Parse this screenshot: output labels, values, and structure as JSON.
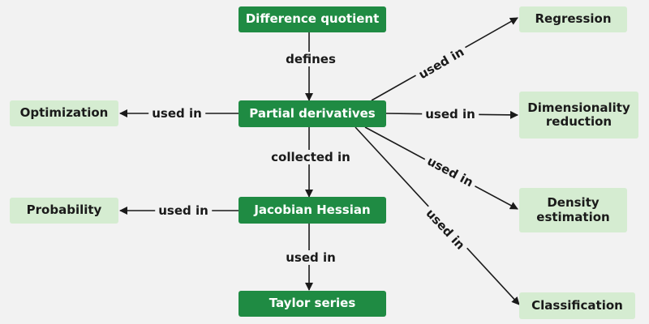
{
  "nodes": {
    "difference_quotient": "Difference quotient",
    "partial_derivatives": "Partial derivatives",
    "jacobian_hessian": "Jacobian Hessian",
    "taylor_series": "Taylor series",
    "optimization": "Optimization",
    "probability": "Probability",
    "regression": "Regression",
    "dimensionality_reduction": "Dimensionality reduction",
    "density_estimation": "Density estimation",
    "classification": "Classification"
  },
  "edges": {
    "defines": "defines",
    "collected_in": "collected in",
    "used_in": "used in"
  },
  "colors": {
    "primary_node": "#1f8b43",
    "secondary_node": "#d5ecd1",
    "background": "#f2f2f2",
    "edge": "#1a1a1a"
  }
}
